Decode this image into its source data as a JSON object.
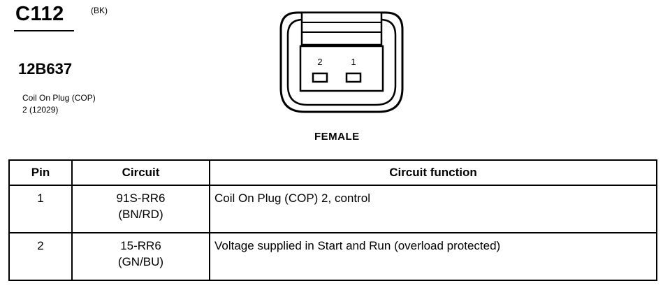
{
  "connector": {
    "id": "C112",
    "color_code": "(BK)",
    "part_number": "12B637",
    "description": [
      "Coil On Plug (COP)",
      "2 (12029)"
    ],
    "gender": "FEMALE",
    "pin_labels": [
      "2",
      "1"
    ]
  },
  "table": {
    "headers": [
      "Pin",
      "Circuit",
      "Circuit function"
    ],
    "rows": [
      {
        "pin": "1",
        "circuit": [
          "91S-RR6",
          "(BN/RD)"
        ],
        "function": "Coil On Plug (COP) 2, control"
      },
      {
        "pin": "2",
        "circuit": [
          "15-RR6",
          "(GN/BU)"
        ],
        "function": "Voltage supplied in Start and Run (overload protected)"
      }
    ]
  }
}
